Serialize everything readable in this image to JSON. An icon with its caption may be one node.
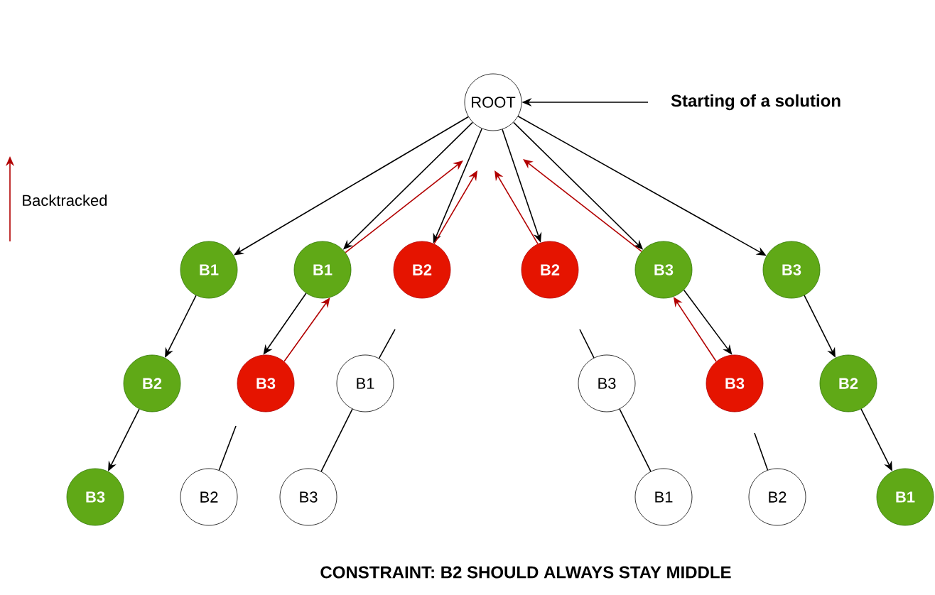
{
  "diagram": {
    "caption": "CONSTRAINT: B2 SHOULD ALWAYS STAY MIDDLE",
    "nodes": [
      {
        "text": [
          "ROOT"
        ]
      },
      {
        "text": [
          "B1"
        ]
      },
      {
        "text": [
          "B1"
        ]
      },
      {
        "text": [
          "B2"
        ]
      },
      {
        "text": [
          "B2"
        ]
      },
      {
        "text": [
          "B3"
        ]
      },
      {
        "text": [
          "B3"
        ]
      },
      {
        "text": [
          "B2"
        ]
      },
      {
        "text": [
          "B3"
        ]
      },
      {
        "text": [
          "B1"
        ]
      },
      {
        "text": [
          "B3"
        ]
      },
      {
        "text": [
          "B3"
        ]
      },
      {
        "text": [
          "B2"
        ]
      },
      {
        "text": [
          "B3"
        ]
      },
      {
        "text": [
          "B2"
        ]
      },
      {
        "text": [
          "B3"
        ]
      },
      {
        "text": [
          "B1"
        ]
      },
      {
        "text": [
          "B2"
        ]
      },
      {
        "text": [
          "B1"
        ]
      },
      {
        "text": [
          "Starting of a solution"
        ]
      }
    ],
    "edges": [
      {
        "from": 19,
        "to": 0,
        "arrow": "to"
      },
      {
        "from": 0,
        "to": 1,
        "arrow": "to"
      },
      {
        "from": 0,
        "to": 2,
        "arrow": "to"
      },
      {
        "from": 0,
        "to": 3,
        "arrow": "to"
      },
      {
        "from": 0,
        "to": 4,
        "arrow": "to"
      },
      {
        "from": 0,
        "to": 5,
        "arrow": "to"
      },
      {
        "from": 0,
        "to": 6,
        "arrow": "to"
      },
      {
        "from": 2,
        "to": 0,
        "arrow": "to",
        "color": "#b20000"
      },
      {
        "from": 3,
        "to": 0,
        "arrow": "to",
        "color": "#b20000"
      },
      {
        "from": 4,
        "to": 0,
        "arrow": "to",
        "color": "#b20000"
      },
      {
        "from": 5,
        "to": 0,
        "arrow": "to",
        "color": "#b20000"
      },
      {
        "from": 1,
        "to": 7,
        "arrow": "to"
      },
      {
        "from": 7,
        "to": 13,
        "arrow": "to"
      },
      {
        "from": 2,
        "to": 8,
        "arrow": "to"
      },
      {
        "from": 8,
        "to": 2,
        "arrow": "to",
        "color": "#b20000"
      },
      {
        "from": null,
        "to": 14,
        "arrow": "none"
      },
      {
        "from": null,
        "to": 9,
        "arrow": "none"
      },
      {
        "from": 9,
        "to": 15,
        "arrow": "none"
      },
      {
        "from": 5,
        "to": 11,
        "arrow": "to"
      },
      {
        "from": 11,
        "to": 5,
        "arrow": "to",
        "color": "#b20000"
      },
      {
        "from": null,
        "to": 10,
        "arrow": "none"
      },
      {
        "from": 10,
        "to": 16,
        "arrow": "none"
      },
      {
        "from": 6,
        "to": 12,
        "arrow": "to"
      },
      {
        "from": 12,
        "to": 18,
        "arrow": "to"
      },
      {
        "from": null,
        "to": 17,
        "arrow": "none"
      }
    ],
    "legend": [
      {
        "text": "Backtracked"
      }
    ]
  }
}
